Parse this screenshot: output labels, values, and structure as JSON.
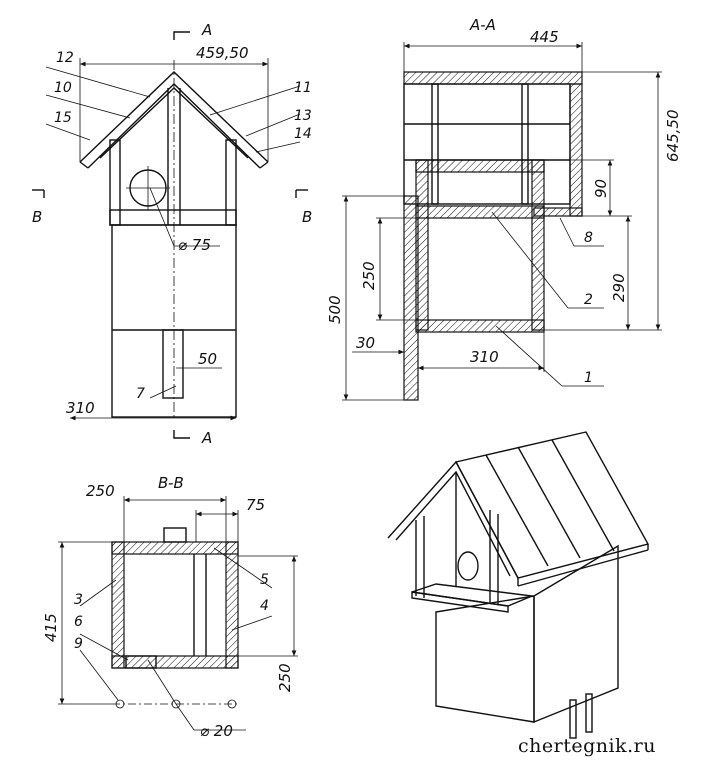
{
  "site": "chertegnik.ru",
  "front_view": {
    "section_mark": "A",
    "width_top": "459,50",
    "width_bottom": "310",
    "hole_dia": "⌀ 75",
    "post_width": "50",
    "section_b": "B",
    "callouts": [
      "12",
      "10",
      "15",
      "11",
      "13",
      "14",
      "7"
    ]
  },
  "section_aa": {
    "title": "A-A",
    "width_top": "445",
    "height_total": "645,50",
    "roof_gap": "90",
    "inner_h": "250",
    "lower_h": "290",
    "post_h": "500",
    "post_gap": "30",
    "width_inner": "310",
    "callouts": [
      "8",
      "2",
      "1"
    ]
  },
  "section_bb": {
    "title": "B-B",
    "width_left": "250",
    "width_right": "75",
    "height_left": "415",
    "height_right": "250",
    "hole_dia": "⌀ 20",
    "callouts": [
      "3",
      "6",
      "9",
      "5",
      "4"
    ]
  }
}
